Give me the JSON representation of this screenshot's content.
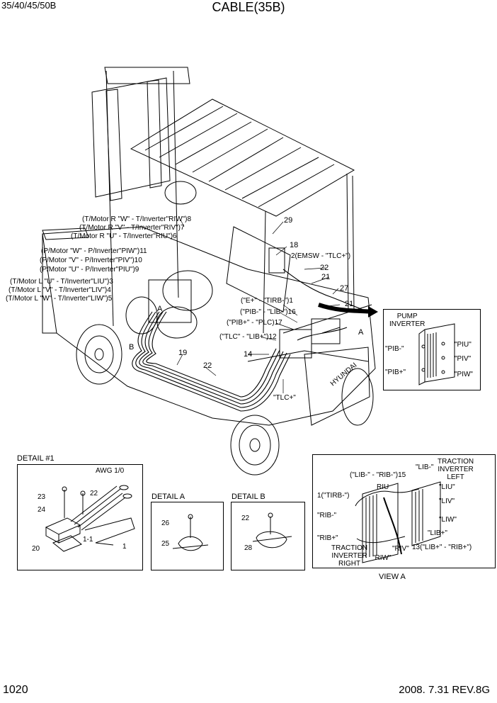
{
  "header": {
    "model": "35/40/45/50B",
    "title": "CABLE(35B)"
  },
  "footer": {
    "page": "1020",
    "date_rev": "2008. 7.31  REV.8G"
  },
  "main_callouts": [
    {
      "text": "(T/Motor R \"W\" - T/Inverter\"RIW\")8"
    },
    {
      "text": "(T/Motor R \"V\" - T/Inverter\"RIV\")7"
    },
    {
      "text": "(T/Motor R \"U\" - T/Inverter\"RIU\")6"
    },
    {
      "text": "(P/Motor \"W\" - P/Inverter\"PIW\")11"
    },
    {
      "text": "(P/Motor \"V\" - P/Inverter\"PIV\")10"
    },
    {
      "text": "(P/Motor \"U\" - P/Inverter\"PIU\")9"
    },
    {
      "text": "(T/Motor L \"U\" - T/Inverter\"LIU\")3"
    },
    {
      "text": "(T/Motor L \"V\" - T/Inverter\"LIV\")4"
    },
    {
      "text": "(T/Motor L \"W\" - T/Inverter\"LIW\")5"
    },
    {
      "text": "29"
    },
    {
      "text": "18"
    },
    {
      "text": "2(EMSW - \"TLC+\")"
    },
    {
      "text": "22"
    },
    {
      "text": "21"
    },
    {
      "text": "27"
    },
    {
      "text": "21"
    },
    {
      "text": "(\"E+\" - \"TIRB-\")1"
    },
    {
      "text": "(\"PIB-\" - \"LIB-\")16"
    },
    {
      "text": "(\"PIB+\" - \"PLC)17"
    },
    {
      "text": "(\"TLC\" - \"LIB+\")12"
    },
    {
      "text": "14"
    },
    {
      "text": "19"
    },
    {
      "text": "22"
    },
    {
      "text": "\"TLC+\""
    },
    {
      "text": "A"
    },
    {
      "text": "B"
    },
    {
      "text": "A"
    }
  ],
  "pump_inverter": {
    "title": "PUMP\nINVERTER",
    "left_labels": [
      "\"PIB-\"",
      "\"PIB+\""
    ],
    "right_labels": [
      "\"PIU\"",
      "\"PIV\"",
      "\"PIW\""
    ]
  },
  "detail1": {
    "title": "DETAIL #1",
    "labels": [
      "AWG 1/0",
      "23",
      "22",
      "24",
      "1-1",
      "1",
      "20"
    ]
  },
  "detailA": {
    "title": "DETAIL A",
    "labels": [
      "26",
      "25"
    ]
  },
  "detailB": {
    "title": "DETAIL B",
    "labels": [
      "22",
      "28"
    ]
  },
  "viewA": {
    "caption": "VIEW A",
    "labels": [
      "(\"LIB-\" - \"RIB-\")15",
      "\"LIB-\"",
      "TRACTION\nINVERTER\nLEFT",
      "RIU",
      "\"LIU\"",
      "1(\"TIRB-\")",
      "\"RIB-\"",
      "\"LIV\"",
      "\"LIW\"",
      "\"LIB+\"",
      "\"RIB+\"",
      "TRACTION\nINVERTER\nRIGHT",
      "\"RIV\"",
      "13(\"LIB+\" - \"RIB+\")",
      "\"RIW\""
    ]
  }
}
